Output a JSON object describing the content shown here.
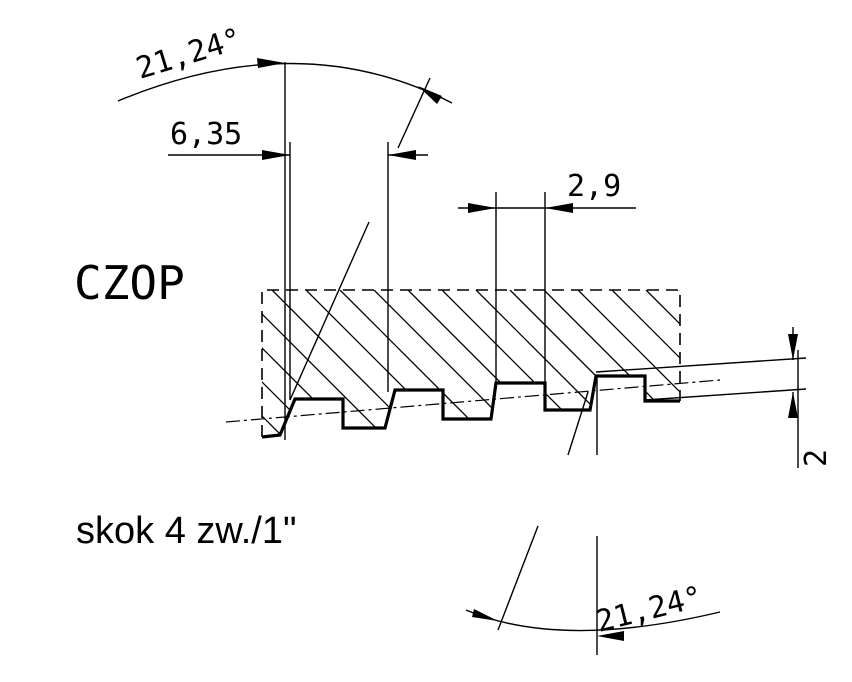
{
  "title": "CZOP",
  "note": "skok 4 zw./1\"",
  "dimensions": {
    "angle_top": "21,24°",
    "angle_bottom": "21,24°",
    "width_pitch": "6,35",
    "width_groove": "2,9",
    "depth": "2"
  }
}
